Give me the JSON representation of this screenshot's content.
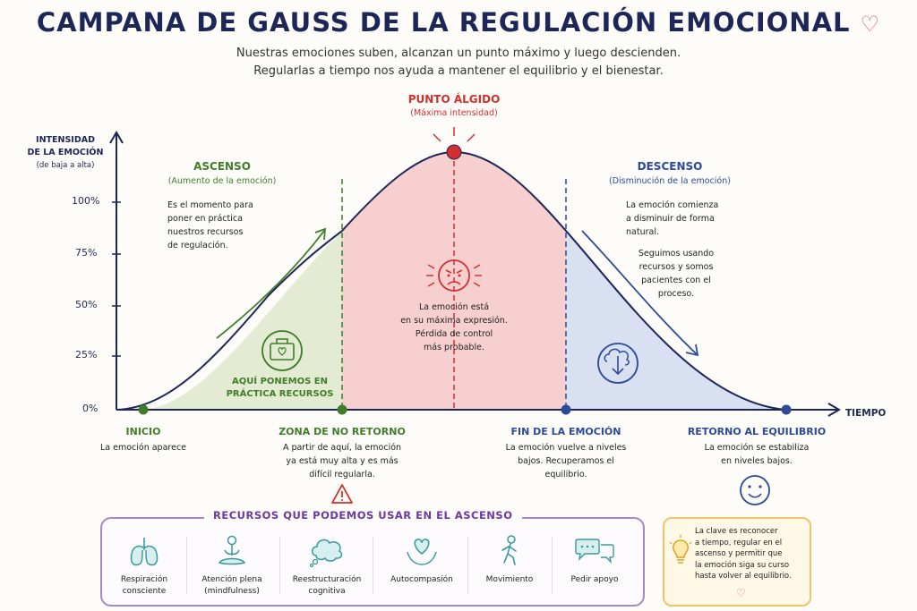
{
  "title": "CAMPANA DE GAUSS DE LA REGULACIÓN EMOCIONAL",
  "subtitle_line1": "Nuestras emociones suben, alcanzan un punto máximo y luego descienden.",
  "subtitle_line2": "Regularlas a tiempo nos ayuda a mantener el equilibrio y el bienestar.",
  "axis": {
    "y_label_line1": "INTENSIDAD",
    "y_label_line2": "DE LA EMOCIÓN",
    "y_label_line3": "(de baja a alta)",
    "x_label": "TIEMPO",
    "ticks": [
      "100%",
      "75%",
      "50%",
      "25%",
      "0%"
    ]
  },
  "peak": {
    "title": "PUNTO ÁLGIDO",
    "subtitle": "(Máxima intensidad)",
    "text": [
      "La emoción está",
      "en su máxima expresión.",
      "Pérdida de control",
      "más probable."
    ]
  },
  "ascenso": {
    "title": "ASCENSO",
    "subtitle": "(Aumento de la emoción)",
    "text": [
      "Es el momento para",
      "poner en práctica",
      "nuestros recursos",
      "de regulación."
    ],
    "callout": [
      "AQUÍ PONEMOS EN",
      "PRÁCTICA RECURSOS"
    ]
  },
  "descenso": {
    "title": "DESCENSO",
    "subtitle": "(Disminución de la emoción)",
    "text1": [
      "La emoción comienza",
      "a disminuir de forma",
      "natural."
    ],
    "text2": [
      "Seguimos usando",
      "recursos y somos",
      "pacientes con el",
      "proceso."
    ]
  },
  "markers": {
    "inicio": {
      "title": "INICIO",
      "text": [
        "La emoción aparece"
      ]
    },
    "zona": {
      "title": "ZONA DE NO RETORNO",
      "text": [
        "A partir de aquí, la emoción",
        "ya está muy alta y es más",
        "difícil regularla."
      ]
    },
    "fin": {
      "title": "FIN DE LA EMOCIÓN",
      "text": [
        "La emoción vuelve a niveles",
        "bajos. Recuperamos el",
        "equilibrio."
      ]
    },
    "retorno": {
      "title": "RETORNO AL EQUILIBRIO",
      "text": [
        "La emoción se estabiliza",
        "en niveles bajos."
      ]
    }
  },
  "resources": {
    "title": "RECURSOS QUE PODEMOS USAR EN EL ASCENSO",
    "items": [
      {
        "label1": "Respiración",
        "label2": "consciente",
        "icon": "lungs-icon"
      },
      {
        "label1": "Atención plena",
        "label2": "(mindfulness)",
        "icon": "meditation-icon"
      },
      {
        "label1": "Reestructuración",
        "label2": "cognitiva",
        "icon": "thought-cloud-icon"
      },
      {
        "label1": "Autocompasión",
        "label2": "",
        "icon": "heart-hands-icon"
      },
      {
        "label1": "Movimiento",
        "label2": "",
        "icon": "walking-icon"
      },
      {
        "label1": "Pedir apoyo",
        "label2": "",
        "icon": "speech-bubbles-icon"
      }
    ]
  },
  "key": {
    "text": [
      "La clave es reconocer",
      "a tiempo, regular en el",
      "ascenso y permitir que",
      "la emoción siga su curso",
      "hasta volver al equilibrio."
    ]
  },
  "colors": {
    "ascenso": "#e3ecd2",
    "peak": "#f7cfcf",
    "descenso": "#d8e0f1",
    "green": "#3f7d2a",
    "red": "#d32f2f",
    "blue": "#2d4a9a",
    "purple": "#6b3aa0"
  }
}
